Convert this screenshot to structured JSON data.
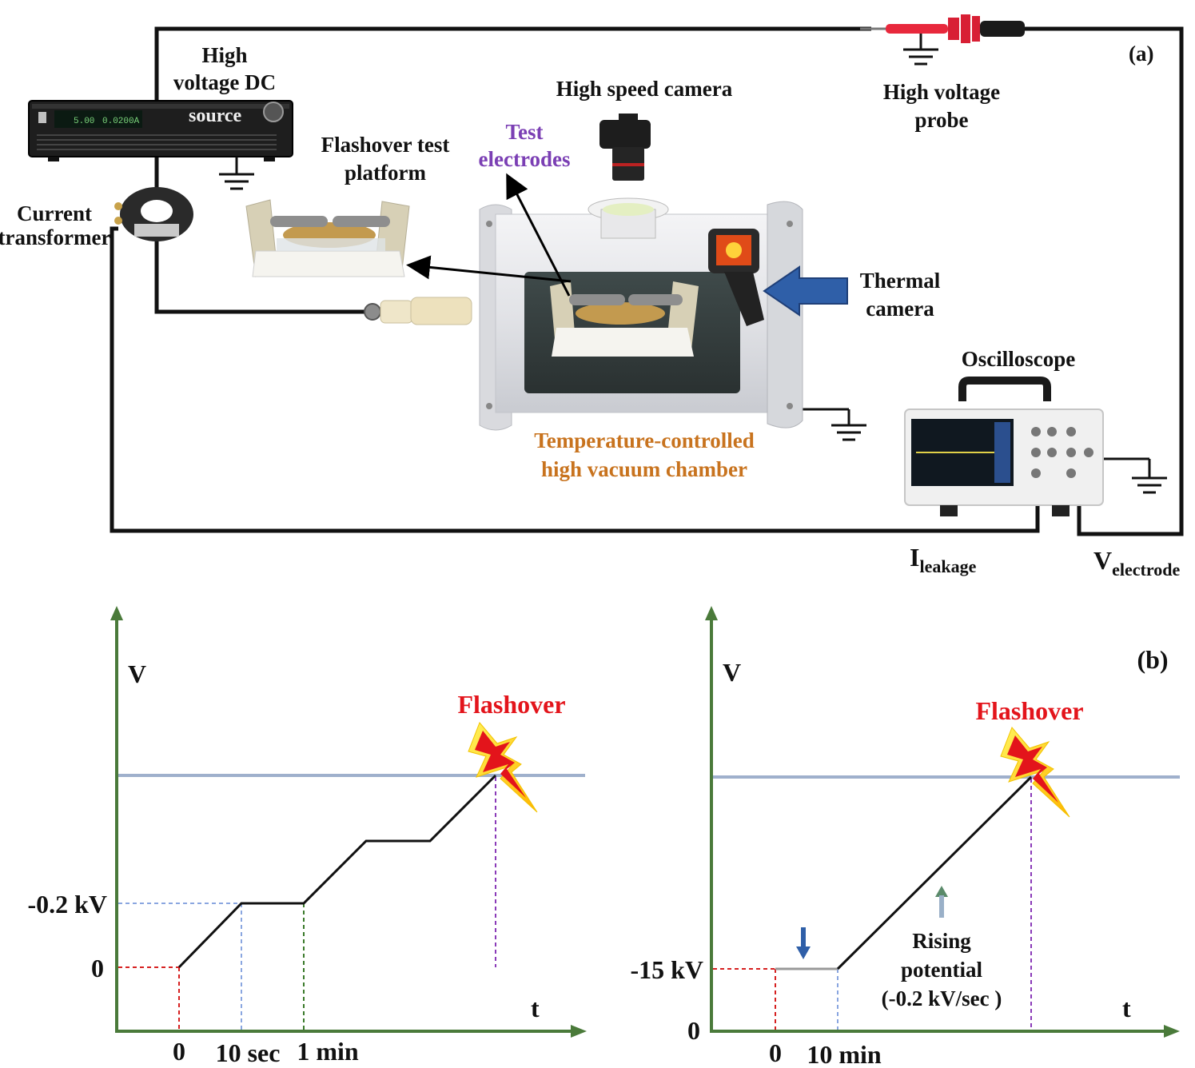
{
  "panel_a": {
    "tag": "(a)",
    "hv_dc_label": [
      "High",
      "voltage DC"
    ],
    "hv_dc_display": [
      "5.00",
      "0.0200A"
    ],
    "hv_dc_brand": "source",
    "flashover_platform_label": [
      "Flashover test",
      "platform"
    ],
    "high_speed_camera_label": "High speed camera",
    "test_electrodes_label": [
      "Test",
      "electrodes"
    ],
    "hv_probe_label": [
      "High voltage",
      "probe"
    ],
    "current_transformer_label": [
      "Current",
      "transformer"
    ],
    "thermal_camera_label": [
      "Thermal",
      "camera"
    ],
    "chamber_label": [
      "Temperature-controlled",
      "high vacuum chamber"
    ],
    "oscilloscope_label": "Oscilloscope",
    "i_leakage": {
      "main": "I",
      "sub": "leakage"
    },
    "v_electrode": {
      "main": "V",
      "sub": "electrode"
    },
    "colors": {
      "test_electrodes": "#7b3fb4",
      "chamber": "#c8731e",
      "arrow_blue": "#2f5fa8"
    }
  },
  "panel_b": {
    "tag": "(b)",
    "left_plot": {
      "y_axis": "V",
      "x_axis": "t",
      "flashover": "Flashover",
      "y_ticks": [
        "-0.2 kV",
        "0"
      ],
      "x_ticks": [
        "0",
        "10 sec",
        "1 min"
      ]
    },
    "right_plot": {
      "y_axis": "V",
      "x_axis": "t",
      "flashover": "Flashover",
      "y_ticks": [
        "-15 kV",
        "0"
      ],
      "x_ticks": [
        "0",
        "10 min"
      ],
      "annotation": [
        "Rising",
        "potential",
        "(-0.2 kV/sec )"
      ]
    },
    "colors": {
      "axis": "#4a7a3a",
      "threshold": "#9fb0cc",
      "flashover": "#e3141b"
    }
  }
}
